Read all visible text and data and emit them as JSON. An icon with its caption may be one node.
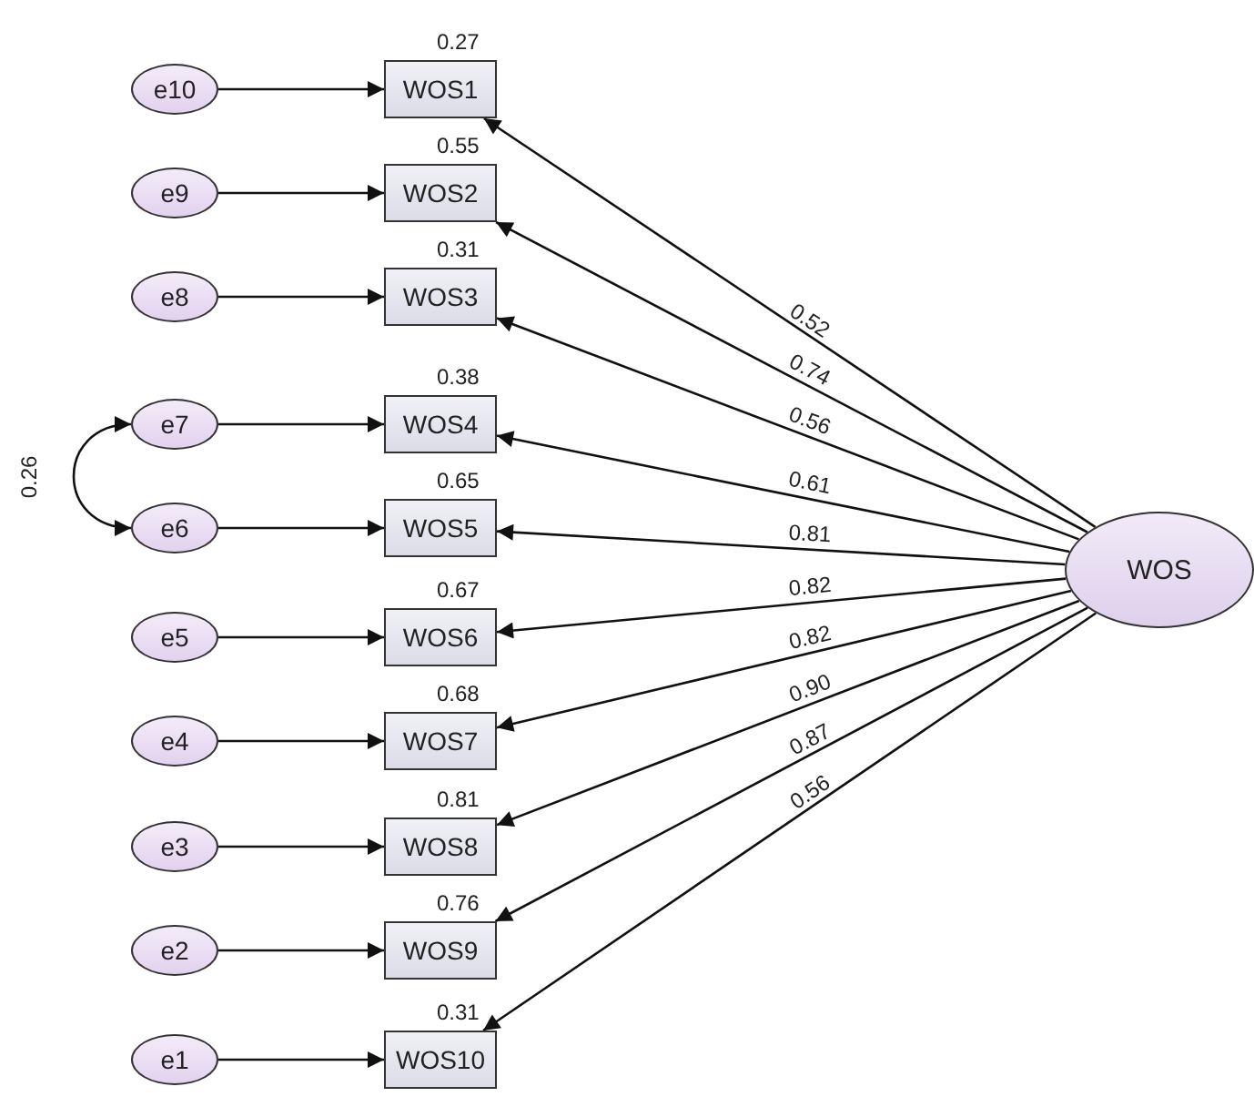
{
  "diagram": {
    "nodes": [
      {
        "text": [
          "e10"
        ]
      },
      {
        "text": [
          "WOS1"
        ],
        "beside": [
          "0.27"
        ]
      },
      {
        "text": [
          "e9"
        ]
      },
      {
        "text": [
          "WOS2"
        ],
        "beside": [
          "0.55"
        ]
      },
      {
        "text": [
          "e8"
        ]
      },
      {
        "text": [
          "WOS3"
        ],
        "beside": [
          "0.31"
        ]
      },
      {
        "text": [
          "e7"
        ]
      },
      {
        "text": [
          "WOS4"
        ],
        "beside": [
          "0.38"
        ]
      },
      {
        "text": [
          "e6"
        ]
      },
      {
        "text": [
          "WOS5"
        ],
        "beside": [
          "0.65"
        ]
      },
      {
        "text": [
          "e5"
        ]
      },
      {
        "text": [
          "WOS6"
        ],
        "beside": [
          "0.67"
        ]
      },
      {
        "text": [
          "e4"
        ]
      },
      {
        "text": [
          "WOS7"
        ],
        "beside": [
          "0.68"
        ]
      },
      {
        "text": [
          "e3"
        ]
      },
      {
        "text": [
          "WOS8"
        ],
        "beside": [
          "0.81"
        ]
      },
      {
        "text": [
          "e2"
        ]
      },
      {
        "text": [
          "WOS9"
        ],
        "beside": [
          "0.76"
        ]
      },
      {
        "text": [
          "e1"
        ]
      },
      {
        "text": [
          "WOS10"
        ],
        "beside": [
          "0.31"
        ]
      },
      {
        "text": [
          "WOS"
        ]
      }
    ],
    "edges": [
      {
        "from": 0,
        "to": 1,
        "arrow": "to"
      },
      {
        "from": 2,
        "to": 3,
        "arrow": "to"
      },
      {
        "from": 4,
        "to": 5,
        "arrow": "to"
      },
      {
        "from": 6,
        "to": 7,
        "arrow": "to"
      },
      {
        "from": 8,
        "to": 9,
        "arrow": "to"
      },
      {
        "from": 10,
        "to": 11,
        "arrow": "to"
      },
      {
        "from": 12,
        "to": 13,
        "arrow": "to"
      },
      {
        "from": 14,
        "to": 15,
        "arrow": "to"
      },
      {
        "from": 16,
        "to": 17,
        "arrow": "to"
      },
      {
        "from": 18,
        "to": 19,
        "arrow": "to"
      },
      {
        "from": 20,
        "to": 1,
        "arrow": "to",
        "label": "0.52"
      },
      {
        "from": 20,
        "to": 3,
        "arrow": "to",
        "label": "0.74"
      },
      {
        "from": 20,
        "to": 5,
        "arrow": "to",
        "label": "0.56"
      },
      {
        "from": 20,
        "to": 7,
        "arrow": "to",
        "label": "0.61"
      },
      {
        "from": 20,
        "to": 9,
        "arrow": "to",
        "label": "0.81"
      },
      {
        "from": 20,
        "to": 11,
        "arrow": "to",
        "label": "0.82"
      },
      {
        "from": 20,
        "to": 13,
        "arrow": "to",
        "label": "0.82"
      },
      {
        "from": 20,
        "to": 15,
        "arrow": "to",
        "label": "0.90"
      },
      {
        "from": 20,
        "to": 17,
        "arrow": "to",
        "label": "0.87"
      },
      {
        "from": 20,
        "to": 19,
        "arrow": "to",
        "label": "0.56"
      },
      {
        "from": 6,
        "to": 8,
        "arrow": "both",
        "label": "0.26"
      }
    ]
  }
}
